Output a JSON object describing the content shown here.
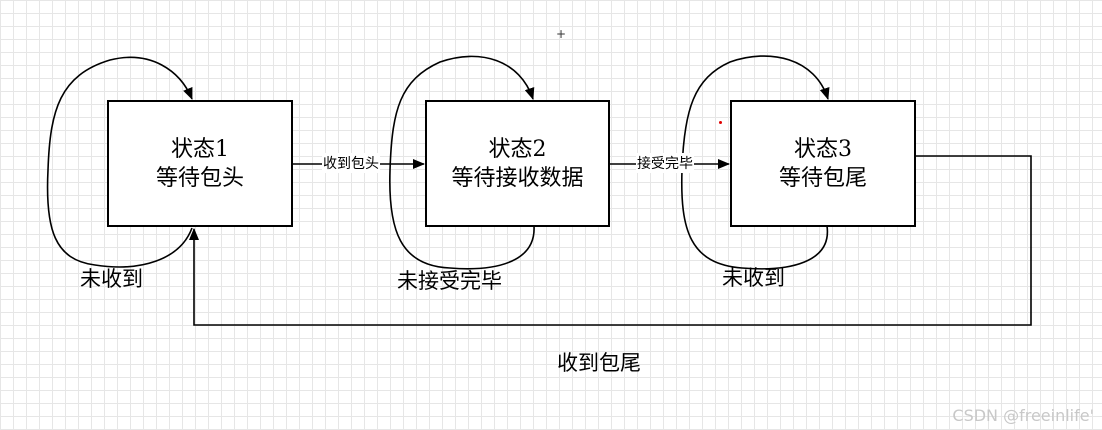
{
  "states": [
    {
      "title": "状态1",
      "subtitle": "等待包头"
    },
    {
      "title": "状态2",
      "subtitle": "等待接收数据"
    },
    {
      "title": "状态3",
      "subtitle": "等待包尾"
    }
  ],
  "transitions": {
    "s1_to_s2": "收到包头",
    "s2_to_s3": "接受完毕",
    "s1_loop": "未收到",
    "s2_loop": "未接受完毕",
    "s3_loop": "未收到",
    "s3_to_s1": "收到包尾"
  },
  "watermark": "CSDN @freeinlife'"
}
